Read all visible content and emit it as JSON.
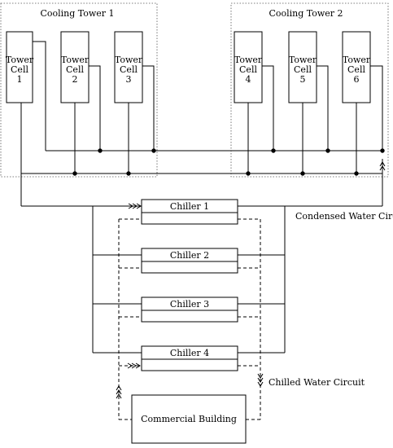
{
  "cooling_towers": [
    {
      "label": "Cooling Tower 1",
      "cells": [
        {
          "line1": "Tower",
          "line2": "Cell",
          "line3": "1"
        },
        {
          "line1": "Tower",
          "line2": "Cell",
          "line3": "2"
        },
        {
          "line1": "Tower",
          "line2": "Cell",
          "line3": "3"
        }
      ]
    },
    {
      "label": "Cooling Tower 2",
      "cells": [
        {
          "line1": "Tower",
          "line2": "Cell",
          "line3": "4"
        },
        {
          "line1": "Tower",
          "line2": "Cell",
          "line3": "5"
        },
        {
          "line1": "Tower",
          "line2": "Cell",
          "line3": "6"
        }
      ]
    }
  ],
  "chillers": [
    {
      "label": "Chiller 1"
    },
    {
      "label": "Chiller 2"
    },
    {
      "label": "Chiller 3"
    },
    {
      "label": "Chiller 4"
    }
  ],
  "labels": {
    "condensed_circuit": "Condensed Water Circuit",
    "chilled_circuit": "Chilled Water Circuit",
    "building": "Commercial Building"
  }
}
